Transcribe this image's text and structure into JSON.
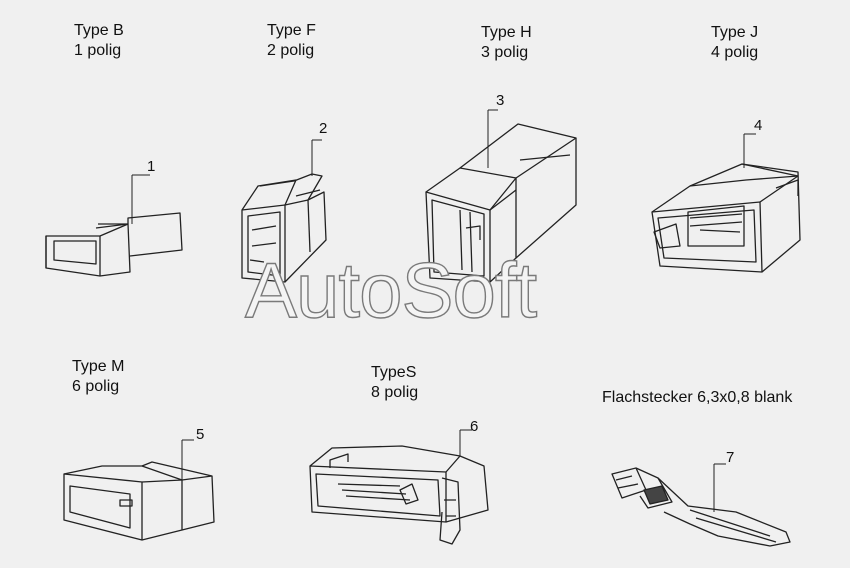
{
  "connectors": [
    {
      "type": "Type B",
      "poles": "1 polig",
      "callout": "1",
      "icon": "connector-type-b-drawing"
    },
    {
      "type": "Type F",
      "poles": "2 polig",
      "callout": "2",
      "icon": "connector-type-f-drawing"
    },
    {
      "type": "Type H",
      "poles": "3 polig",
      "callout": "3",
      "icon": "connector-type-h-drawing"
    },
    {
      "type": "Type J",
      "poles": "4 polig",
      "callout": "4",
      "icon": "connector-type-j-drawing"
    },
    {
      "type": "Type M",
      "poles": "6 polig",
      "callout": "5",
      "icon": "connector-type-m-drawing"
    },
    {
      "type": "TypeS",
      "poles": "8 polig",
      "callout": "6",
      "icon": "connector-type-s-drawing"
    },
    {
      "type": "Flachstecker 6,3x0,8 blank",
      "callout": "7",
      "icon": "flat-terminal-drawing"
    }
  ],
  "watermark": "AutoSoft",
  "colors": {
    "background": "#f0f0f0",
    "line": "#222222"
  }
}
